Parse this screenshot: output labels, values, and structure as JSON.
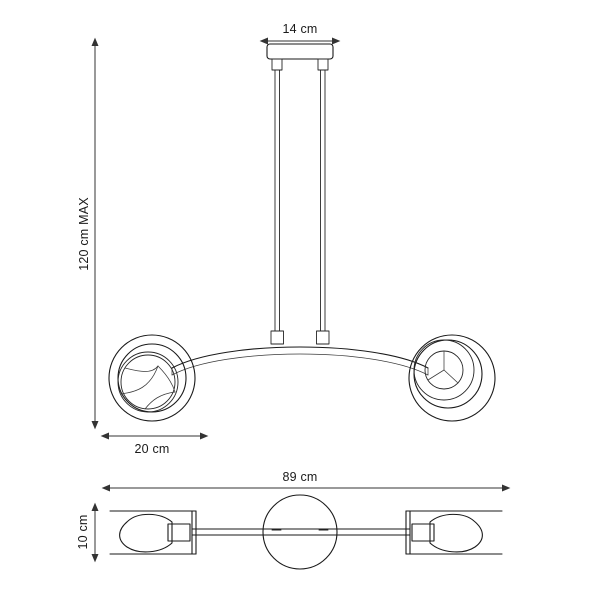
{
  "drawing": {
    "title": "Pendant lamp dimensioned technical drawing",
    "background_color": "#ffffff",
    "line_color": "#1a1a1a",
    "views": [
      {
        "name": "front-elevation-view",
        "label": ""
      },
      {
        "name": "bottom-plan-view",
        "label": ""
      }
    ],
    "dimensions": {
      "canopy_width": "14 cm",
      "max_height": "120 cm MAX",
      "shade_diameter": "20 cm",
      "overall_length": "89 cm",
      "profile_height": "10 cm"
    },
    "parts": {
      "ceiling_plate": "ceiling-canopy",
      "suspension_rod_left": "suspension-rod-left",
      "suspension_rod_right": "suspension-rod-right",
      "cross_arm": "curved-cross-arm",
      "lamp_head_left": "lamp-head-left",
      "lamp_head_right": "lamp-head-right",
      "bulb_left": "globe-bulb-left",
      "bulb_right": "globe-bulb-right",
      "plan_bulb_left": "plan-bulb-left",
      "plan_bulb_right": "plan-bulb-right",
      "plan_canopy": "plan-canopy-circle"
    }
  }
}
